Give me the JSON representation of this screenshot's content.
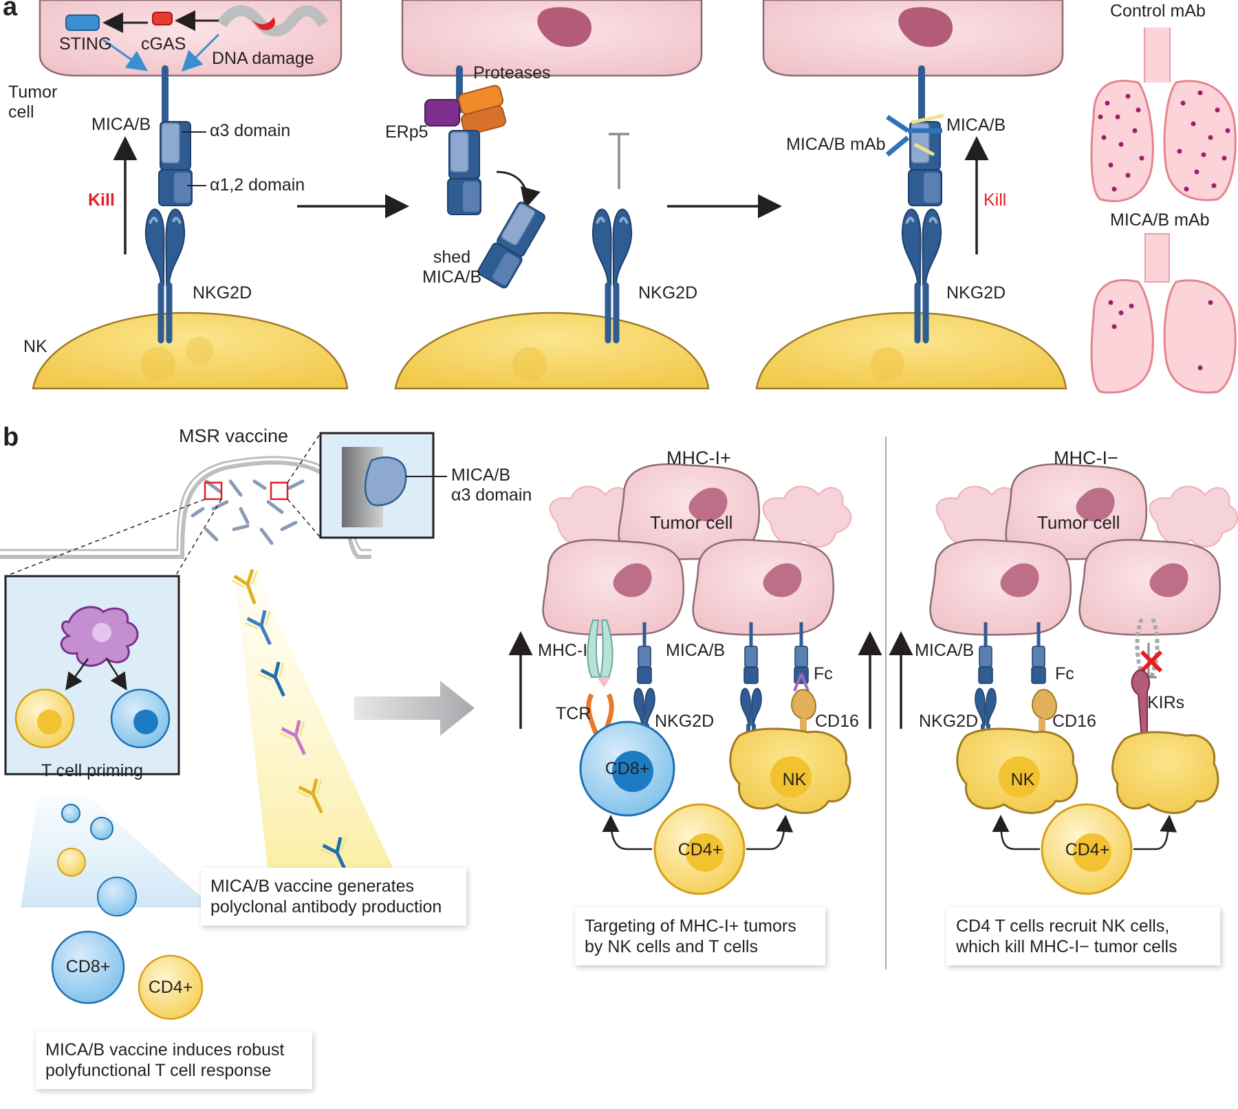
{
  "panel_a": {
    "letter": "a",
    "step1": {
      "tumor_cell": "Tumor cell",
      "sting": "STING",
      "cgas": "cGAS",
      "dna_damage": "DNA damage",
      "mica_b": "MICA/B",
      "alpha3_domain": "α3 domain",
      "alpha12_domain": "α1,2 domain",
      "kill": "Kill",
      "nkg2d": "NKG2D",
      "nk": "NK"
    },
    "step2": {
      "proteases": "Proteases",
      "erp5": "ERp5",
      "shed_mica_b": "shed MICA/B",
      "nkg2d": "NKG2D"
    },
    "step3": {
      "mica_b": "MICA/B",
      "mica_b_mab": "MICA/B mAb",
      "kill": "Kill",
      "nkg2d": "NKG2D"
    },
    "lungs": {
      "control": "Control mAb",
      "treated": "MICA/B mAb"
    }
  },
  "panel_b": {
    "letter": "b",
    "msr_vaccine": "MSR vaccine",
    "alpha3_domain": "MICA/B α3 domain",
    "t_cell_priming": "T cell priming",
    "cd8": "CD8+",
    "cd4": "CD4+",
    "antibody_caption": "MICA/B vaccine generates polyclonal antibody production",
    "t_cell_caption": "MICA/B vaccine induces robust polyfunctional T cell response",
    "mhc_pos": {
      "title": "MHC-I+",
      "tumor_cell": "Tumor cell",
      "mhc_i": "MHC-I",
      "mica_b": "MICA/B",
      "fc": "Fc",
      "tcr": "TCR",
      "nkg2d": "NKG2D",
      "cd16": "CD16",
      "cd8": "CD8+",
      "nk": "NK",
      "cd4": "CD4+",
      "caption": "Targeting of MHC-I+ tumors by NK cells and T cells"
    },
    "mhc_neg": {
      "title": "MHC-I−",
      "tumor_cell": "Tumor cell",
      "mica_b": "MICA/B",
      "fc": "Fc",
      "nkg2d": "NKG2D",
      "cd16": "CD16",
      "kirs": "KIRs",
      "nk": "NK",
      "cd4": "CD4+",
      "caption": "CD4 T cells recruit NK cells, which kill MHC-I− tumor cells"
    }
  },
  "colors": {
    "tumor_pink": "#f6d3d8",
    "nk_yellow": "#f8dc74",
    "receptor_blue": "#2f5d93",
    "mica_light": "#8ea9cf",
    "kill_red": "#e31e24",
    "box_blue": "#dcedf8"
  }
}
